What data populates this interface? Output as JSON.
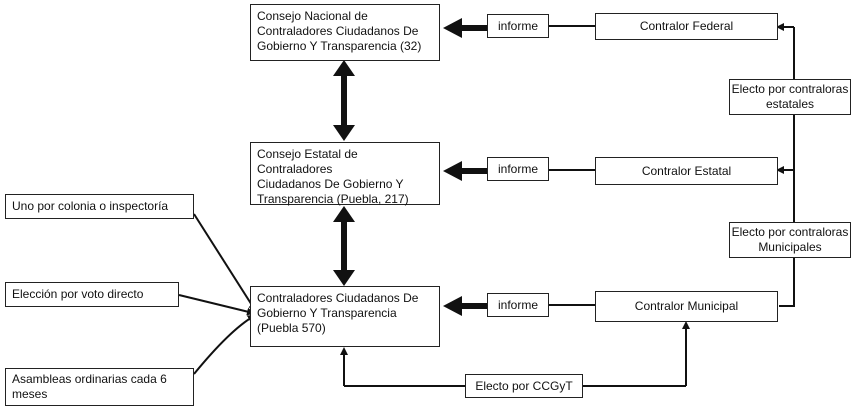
{
  "nodes": {
    "consejo_nacional": {
      "lines": [
        "Consejo Nacional de",
        "Contraladores Ciudadanos De",
        "Gobierno Y Transparencia (32)"
      ]
    },
    "consejo_estatal": {
      "lines": [
        "Consejo Estatal de Contraladores",
        "Ciudadanos De Gobierno Y",
        "Transparencia (Puebla, 217)"
      ]
    },
    "contraladores_ciudadanos": {
      "lines": [
        "Contraladores Ciudadanos De",
        "Gobierno Y Transparencia",
        "(Puebla 570)"
      ]
    },
    "contralor_federal": {
      "label": "Contralor Federal"
    },
    "contralor_estatal": {
      "label": "Contralor Estatal"
    },
    "contralor_municipal": {
      "label": "Contralor Municipal"
    },
    "informe_federal": {
      "label": "informe"
    },
    "informe_estatal": {
      "label": "informe"
    },
    "informe_municipal": {
      "label": "informe"
    },
    "electo_estatales": {
      "lines": [
        "Electo por contraloras",
        "estatales"
      ]
    },
    "electo_municipales": {
      "lines": [
        "Electo por contraloras",
        "Municipales"
      ]
    },
    "electo_ccgyt": {
      "label": "Electo por CCGyT"
    },
    "uno_por_colonia": {
      "label": "Uno por colonia o inspectoría"
    },
    "eleccion_voto": {
      "label": "Elección por voto directo"
    },
    "asambleas": {
      "lines": [
        "Asambleas ordinarias cada 6",
        "meses"
      ]
    }
  }
}
